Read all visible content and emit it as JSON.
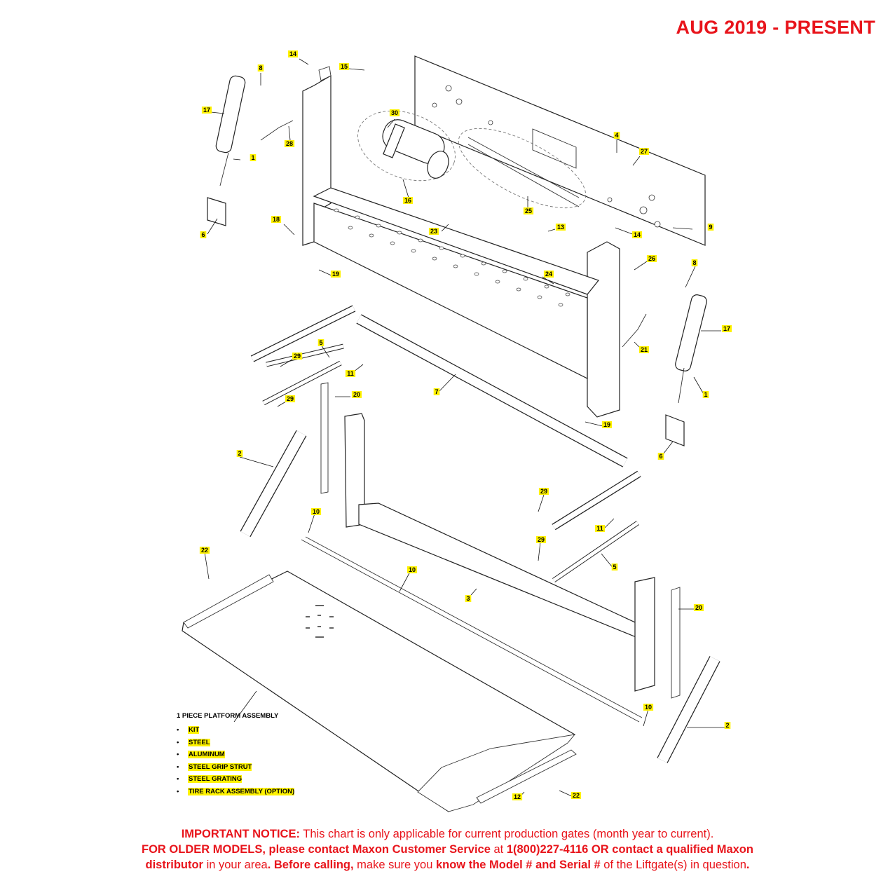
{
  "title": "AUG 2019 - PRESENT",
  "callouts": [
    "1",
    "2",
    "3",
    "4",
    "5",
    "6",
    "7",
    "8",
    "9",
    "10",
    "11",
    "12",
    "13",
    "14",
    "15",
    "16",
    "17",
    "18",
    "19",
    "20",
    "21",
    "22",
    "23",
    "24",
    "25",
    "26",
    "27",
    "28",
    "29",
    "30"
  ],
  "legend": {
    "heading": "1 PIECE PLATFORM ASSEMBLY",
    "items": [
      "KIT",
      "STEEL",
      "ALUMINUM",
      "STEEL GRIP STRUT",
      "STEEL GRATING",
      "TIRE RACK ASSEMBLY (OPTION)"
    ]
  },
  "notice": {
    "l1_bold": "IMPORTANT NOTICE:",
    "l1_text": " This chart is only applicable for current production gates (month year to current).",
    "l2_bold1": "FOR OLDER MODELS, please contact Maxon Customer Service",
    "l2_text": " at ",
    "l2_bold2": "1(800)227-4116 OR contact a qualified Maxon",
    "l3_bold1": "distributor",
    "l3_text1": " in your area",
    "l3_bold2": ". Before calling,",
    "l3_text2": " make sure you ",
    "l3_bold3": "know the Model # and Serial #",
    "l3_text3": " of the Liftgate(s) in question",
    "l3_bold4": "."
  },
  "colors": {
    "title": "#e8141b",
    "highlight": "#fff200",
    "notice": "#e8141b"
  }
}
